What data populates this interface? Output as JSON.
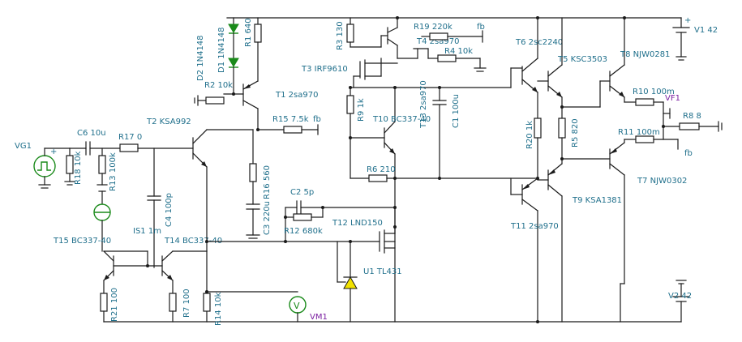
{
  "labels": {
    "d2": "D2 1N4148",
    "d1": "D1 1N4148",
    "r1": "R1 640",
    "r2": "R2 10k",
    "t1": "T1 2sa970",
    "r15": "R15 7.5k",
    "fb1": "fb",
    "t2": "T2 KSA992",
    "vg1": "VG1",
    "c6": "C6 10u",
    "r17": "R17 0",
    "r18": "R18 10k",
    "r13": "R13 100k",
    "c4": "C4 100p",
    "is1": "IS1 1m",
    "r16": "R16 560",
    "c3": "C3 220u",
    "r3": "R3 130",
    "r19": "R19 220k",
    "fb2": "fb",
    "t4": "T4 2sa970",
    "r4": "R4 10k",
    "t3": "T3 IRF9610",
    "r9": "R9 1k",
    "t10": "T10 BC337-40",
    "t13": "T13 2sa970",
    "c1": "C1 100u",
    "r6": "R6 210",
    "c2": "C2 5p",
    "r12": "R12 680k",
    "t12": "T12 LND150",
    "u1": "U1 TL431",
    "t15": "T15 BC337-40",
    "t14": "T14 BC337-40",
    "r21": "R21 100",
    "r7": "R7 100",
    "r14": "R14 10k",
    "vm1": "VM1",
    "t6": "T6 2sc2240",
    "t5": "T5 KSC3503",
    "t8": "T8 NJW0281",
    "v1": "V1 42",
    "r10": "R10 100m",
    "vf1": "VF1",
    "r8": "R8 8",
    "r11": "R11 100m",
    "fb3": "fb",
    "r20": "R20 1k",
    "r5": "R5 820",
    "t7": "T7 NJW0302",
    "t9": "T9 KSA1381",
    "t11": "T11 2sa970",
    "v2": "V2 42",
    "plus1": "+",
    "plus2": "+",
    "vm_sym": "V"
  },
  "colors": {
    "wire": "#1a1a1a",
    "label": "#1f6f8b",
    "probe_label": "#7a1fa0",
    "component_green": "#1a8a1a",
    "zener_fill": "#f2e200"
  }
}
